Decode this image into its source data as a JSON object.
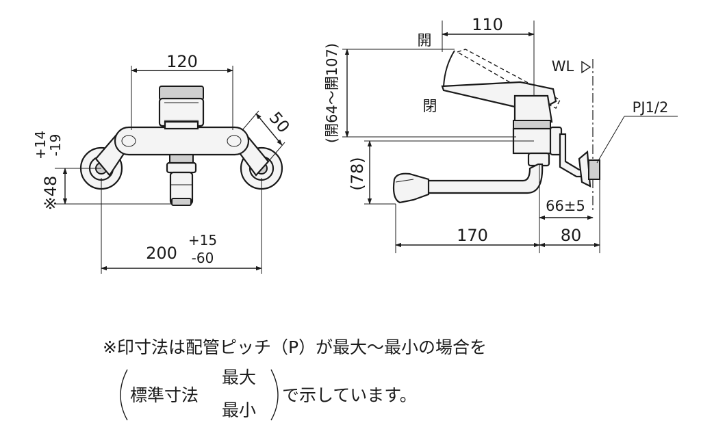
{
  "front_view": {
    "dim_top_width": "120",
    "dim_arm_angle": "50",
    "dim_height_nominal": "※48",
    "dim_height_plus": "+14",
    "dim_height_minus": "-19",
    "dim_pitch_nominal": "200",
    "dim_pitch_plus": "+15",
    "dim_pitch_minus": "-60"
  },
  "side_view": {
    "dim_handle_reach": "110",
    "label_open_top": "開",
    "label_closed": "閉",
    "dim_handle_range": "(開64～開107)",
    "dim_spout_height": "(78)",
    "label_water_level": "WL",
    "label_pipe_thread": "PJ1/2",
    "dim_wall_offset": "66±5",
    "dim_spout_length": "170",
    "dim_wall_to_center": "80"
  },
  "footnote": {
    "line1": "※印寸法は配管ピッチ（P）が最大～最小の場合を",
    "line2_prefix": "標準寸法",
    "line2_max": "最大",
    "line2_min": "最小",
    "line2_suffix": "で示しています。"
  }
}
